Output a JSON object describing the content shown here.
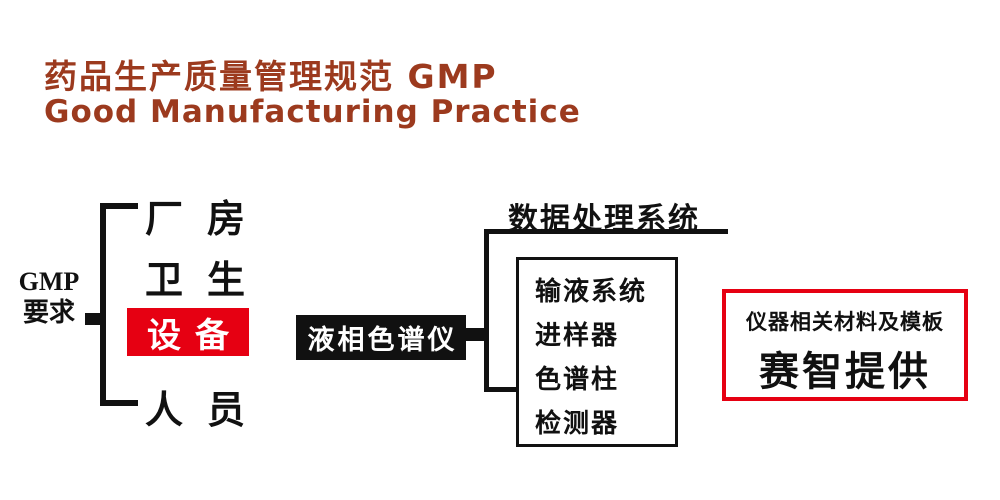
{
  "title": {
    "line1": "药品生产质量管理规范 GMP",
    "line2": "Good Manufacturing Practice"
  },
  "colors": {
    "title_text": "#9c3a1e",
    "accent_red": "#e60012",
    "line_black": "#111111"
  },
  "left_group": {
    "label_line1": "GMP",
    "label_line2": "要求",
    "items": [
      {
        "label": "厂房",
        "highlight": false
      },
      {
        "label": "卫生",
        "highlight": false
      },
      {
        "label": "设备",
        "highlight": true
      },
      {
        "label": "人员",
        "highlight": false
      }
    ]
  },
  "center": {
    "label": "液相色谱仪"
  },
  "right_group": {
    "top_item": "数据处理系统",
    "box_items": [
      "输液系统",
      "进样器",
      "色谱柱",
      "检测器"
    ]
  },
  "promo_box": {
    "line1": "仪器相关材料及模板",
    "line2": "赛智提供"
  }
}
